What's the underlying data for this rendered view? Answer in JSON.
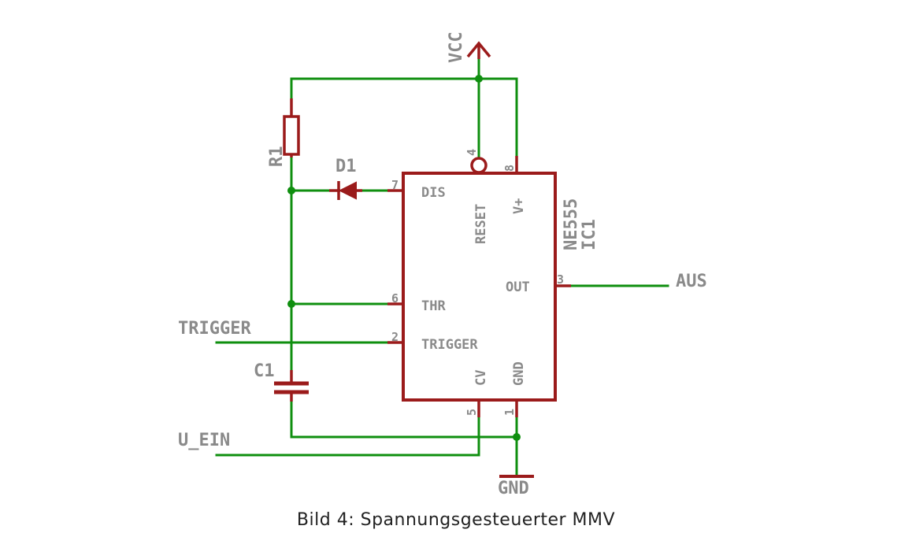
{
  "diagram": {
    "supply_label": "VCC",
    "ground_label": "GND",
    "output_label": "AUS",
    "trigger_label": "TRIGGER",
    "input_label": "U_EIN",
    "resistor_label": "R1",
    "diode_label": "D1",
    "capacitor_label": "C1",
    "ic": {
      "part_label": "NE555",
      "ref_label": "IC1",
      "pins": {
        "dis": {
          "name": "DIS",
          "number": "7"
        },
        "thr": {
          "name": "THR",
          "number": "6"
        },
        "trig": {
          "name": "TRIGGER",
          "number": "2"
        },
        "reset": {
          "name": "RESET",
          "number": "4"
        },
        "vplus": {
          "name": "V+",
          "number": "8"
        },
        "out": {
          "name": "OUT",
          "number": "3"
        },
        "cv": {
          "name": "CV",
          "number": "5"
        },
        "gnd": {
          "name": "GND",
          "number": "1"
        }
      }
    }
  },
  "caption": "Bild 4: Spannungsgesteuerter MMV"
}
